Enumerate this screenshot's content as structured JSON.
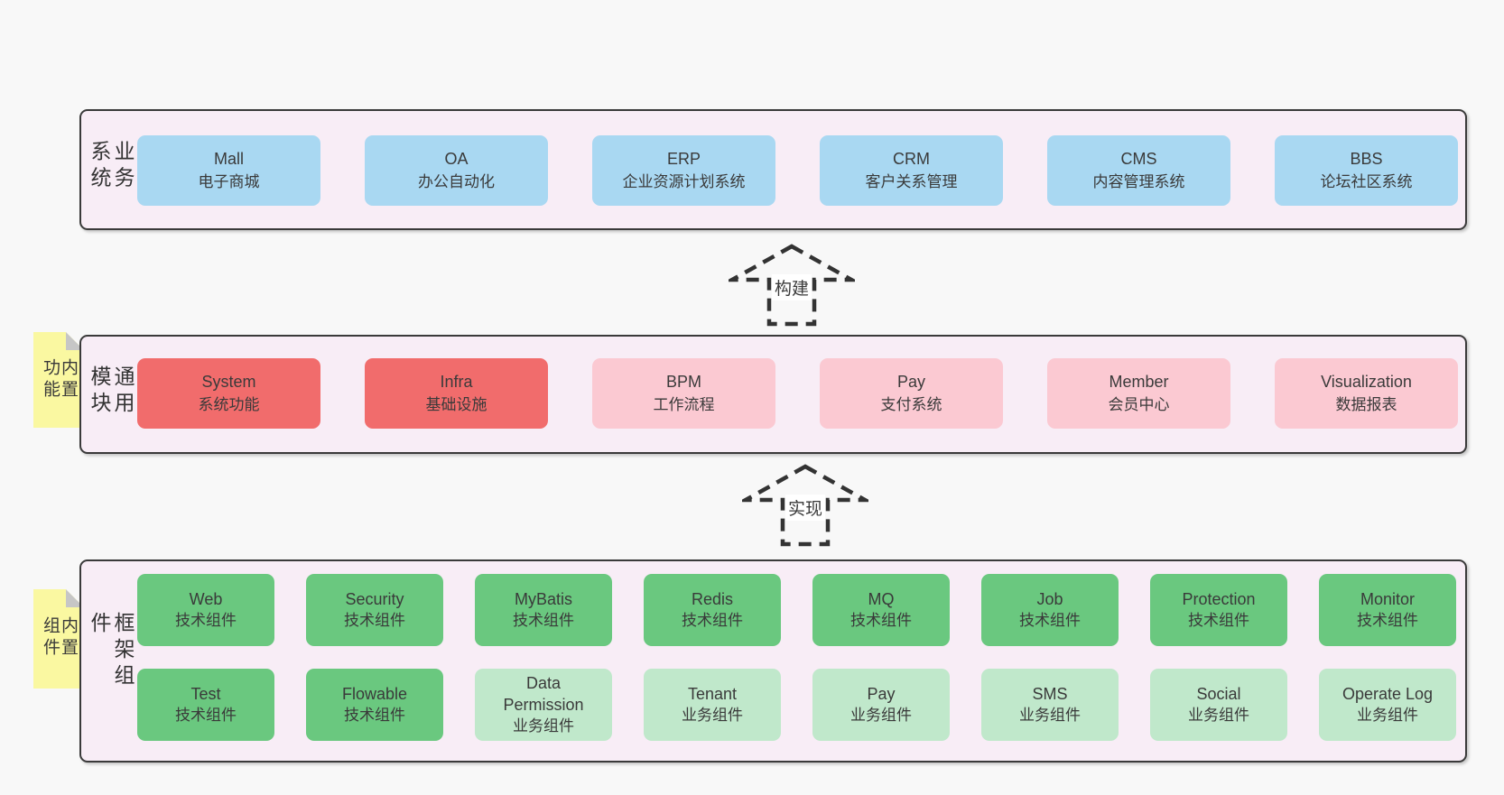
{
  "colors": {
    "blue": "#a9d8f2",
    "red": "#f16c6c",
    "pink": "#fbc9d2",
    "green": "#6ac87f",
    "lightgreen": "#c0e8cb",
    "note_yellow": "#faf8a1",
    "layer_bg": "#f8edf6",
    "border": "#3a3a3a"
  },
  "arrows": [
    {
      "label": "构建"
    },
    {
      "label": "实现"
    }
  ],
  "layers": [
    {
      "side_label": "业务系统",
      "note": null,
      "rows": [
        [
          {
            "en": "Mall",
            "zh": "电子商城",
            "color": "blue"
          },
          {
            "en": "OA",
            "zh": "办公自动化",
            "color": "blue"
          },
          {
            "en": "ERP",
            "zh": "企业资源计划系统",
            "color": "blue"
          },
          {
            "en": "CRM",
            "zh": "客户关系管理",
            "color": "blue"
          },
          {
            "en": "CMS",
            "zh": "内容管理系统",
            "color": "blue"
          },
          {
            "en": "BBS",
            "zh": "论坛社区系统",
            "color": "blue"
          }
        ]
      ]
    },
    {
      "side_label": "通用模块",
      "note": "内置功能",
      "rows": [
        [
          {
            "en": "System",
            "zh": "系统功能",
            "color": "red"
          },
          {
            "en": "Infra",
            "zh": "基础设施",
            "color": "red"
          },
          {
            "en": "BPM",
            "zh": "工作流程",
            "color": "pink"
          },
          {
            "en": "Pay",
            "zh": "支付系统",
            "color": "pink"
          },
          {
            "en": "Member",
            "zh": "会员中心",
            "color": "pink"
          },
          {
            "en": "Visualization",
            "zh": "数据报表",
            "color": "pink"
          }
        ]
      ]
    },
    {
      "side_label": "框架组件",
      "note": "内置组件",
      "rows": [
        [
          {
            "en": "Web",
            "zh": "技术组件",
            "color": "green"
          },
          {
            "en": "Security",
            "zh": "技术组件",
            "color": "green"
          },
          {
            "en": "MyBatis",
            "zh": "技术组件",
            "color": "green"
          },
          {
            "en": "Redis",
            "zh": "技术组件",
            "color": "green"
          },
          {
            "en": "MQ",
            "zh": "技术组件",
            "color": "green"
          },
          {
            "en": "Job",
            "zh": "技术组件",
            "color": "green"
          },
          {
            "en": "Protection",
            "zh": "技术组件",
            "color": "green"
          },
          {
            "en": "Monitor",
            "zh": "技术组件",
            "color": "green"
          }
        ],
        [
          {
            "en": "Test",
            "zh": "技术组件",
            "color": "green"
          },
          {
            "en": "Flowable",
            "zh": "技术组件",
            "color": "green"
          },
          {
            "en": "Data\nPermission",
            "zh": "业务组件",
            "color": "lightgreen"
          },
          {
            "en": "Tenant",
            "zh": "业务组件",
            "color": "lightgreen"
          },
          {
            "en": "Pay",
            "zh": "业务组件",
            "color": "lightgreen"
          },
          {
            "en": "SMS",
            "zh": "业务组件",
            "color": "lightgreen"
          },
          {
            "en": "Social",
            "zh": "业务组件",
            "color": "lightgreen"
          },
          {
            "en": "Operate Log",
            "zh": "业务组件",
            "color": "lightgreen"
          }
        ]
      ]
    }
  ]
}
